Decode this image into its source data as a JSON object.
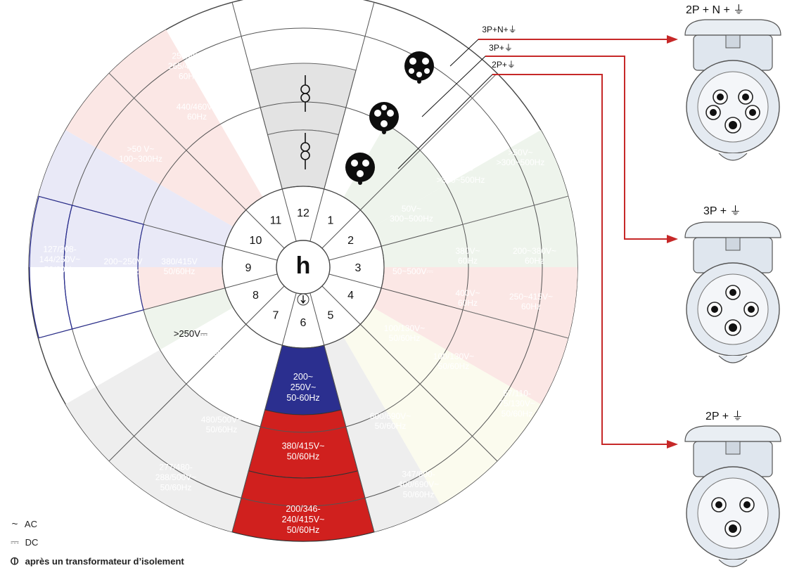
{
  "hub_letter": "h",
  "hours": [
    "12",
    "1",
    "2",
    "3",
    "4",
    "5",
    "6",
    "7",
    "8",
    "9",
    "10",
    "11"
  ],
  "ring_labels": {
    "h3": "50~500V⎓",
    "h8": ">250V⎓"
  },
  "faint_labels": [
    {
      "text": "250/400-\n265/460V~\n60Hz",
      "fill": "#fbe7e5",
      "color": "#ffffff"
    },
    {
      "text": "440/460V~\n60Hz",
      "fill": "#fbe7e5",
      "color": "#ffffff"
    },
    {
      "text": ">50 V~\n100~300Hz",
      "fill": "#eef4ec",
      "color": "#ffffff"
    },
    {
      "text": ">50V~\n>300~500Hz",
      "fill": "#eef4ec",
      "color": "#ffffff"
    },
    {
      "text": ">50V~\n>300~500Hz",
      "fill": "#eef4ec",
      "color": "#ffffff"
    },
    {
      "text": "50V~\n300~500Hz",
      "fill": "#eef4ec",
      "color": "#ffffff"
    },
    {
      "text": "127/208-\n144/250V~\n50/60Hz",
      "fill": "#e9e9f7",
      "color": "#ffffff"
    },
    {
      "text": "200~250V\n50/60Hz",
      "fill": "#e9e9f7",
      "color": "#ffffff"
    },
    {
      "text": "380/415V\n50/60Hz",
      "fill": "#fbe7e5",
      "color": "#ffffff"
    },
    {
      "text": "100/130V~\n50/60Hz",
      "fill": "#fbfbee",
      "color": "#ffffff"
    },
    {
      "text": "100/130V~\n50/60Hz",
      "fill": "#fbfbee",
      "color": "#ffffff"
    },
    {
      "text": "57/110-\n75/130V~\n50/60Hz",
      "fill": "#fbfbee",
      "color": "#ffffff"
    },
    {
      "text": "480/500V~\n50/60Hz",
      "fill": "#eeeeee",
      "color": "#ffffff"
    },
    {
      "text": "480/500V~\n50/60Hz",
      "fill": "#eeeeee",
      "color": "#ffffff"
    },
    {
      "text": "600/690V~\n50/60Hz",
      "fill": "#eeeeee",
      "color": "#ffffff"
    },
    {
      "text": "277/480-\n288/500V~\n50/60Hz",
      "fill": "#eeeeee",
      "color": "#ffffff"
    },
    {
      "text": "347/600-\n400/690V~\n50/60Hz",
      "fill": "#eeeeee",
      "color": "#ffffff"
    },
    {
      "text": "200~380V~\n60Hz",
      "fill": "#fbe7e5",
      "color": "#ffffff"
    },
    {
      "text": "250~415V~\n60Hz",
      "fill": "#fbe7e5",
      "color": "#ffffff"
    },
    {
      "text": "380V~\n60Hz",
      "fill": "#fbe7e5",
      "color": "#ffffff"
    },
    {
      "text": "400V~\n60Hz",
      "fill": "#fbe7e5",
      "color": "#ffffff"
    }
  ],
  "highlight_labels": [
    {
      "text": "200~\n250V~\n50-60Hz",
      "fill": "#2b2f8f"
    },
    {
      "text": "380/415V~\n50/60Hz",
      "fill": "#d0201e"
    },
    {
      "text": "200/346-\n240/415V~\n50/60Hz",
      "fill": "#d0201e"
    }
  ],
  "pin_callouts": [
    {
      "label": "3P+N+⏚"
    },
    {
      "label": "3P+⏚"
    },
    {
      "label": "2P+⏚"
    }
  ],
  "sockets": [
    {
      "title": "2P + N + ⏚",
      "pins": 5
    },
    {
      "title": "3P + ⏚",
      "pins": 4
    },
    {
      "title": "2P + ⏚",
      "pins": 3
    }
  ],
  "legend": [
    {
      "symbol": "~",
      "icon": "ac-wave-icon",
      "text": "AC"
    },
    {
      "symbol": "⎓",
      "icon": "dc-symbol-icon",
      "text": "DC"
    },
    {
      "symbol": "⦶",
      "icon": "isolation-transformer-icon",
      "text": "après un transformateur d’isolement"
    }
  ],
  "colors": {
    "red": "#d0201e",
    "blue": "#2b2f8f",
    "arrow": "#c62828",
    "socket_body": "#dfe6ee",
    "grey_sector": "#e3e3e3"
  }
}
